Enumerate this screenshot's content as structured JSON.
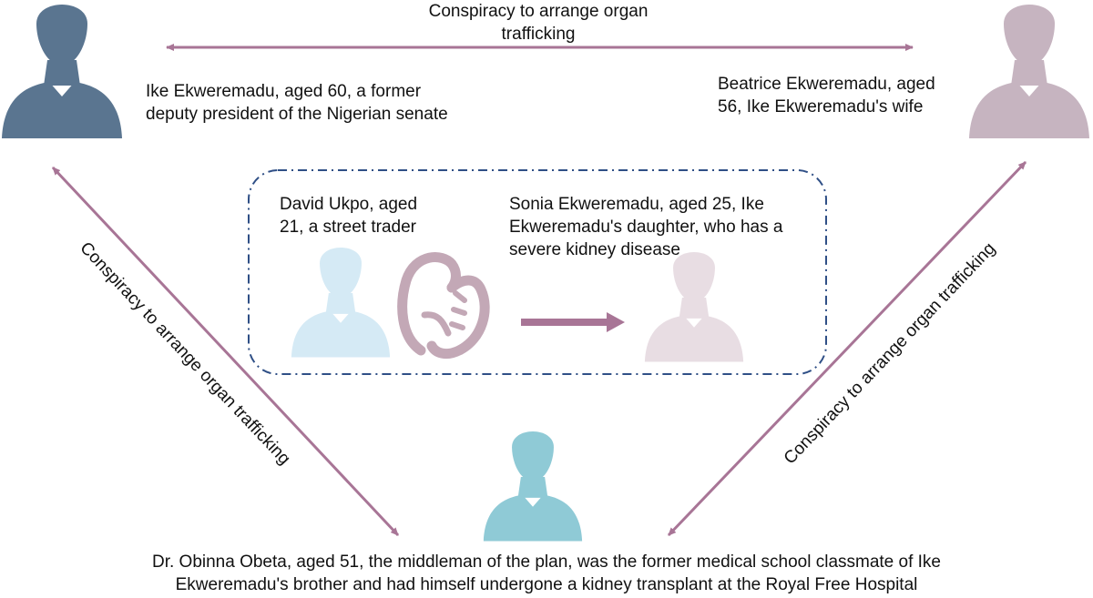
{
  "labels": {
    "top_edge": [
      "Conspiracy to arrange organ",
      "trafficking"
    ],
    "left_edge": "Conspiracy to arrange organ trafficking",
    "right_edge": "Conspiracy to arrange organ trafficking"
  },
  "people": {
    "ike": [
      "Ike Ekweremadu, aged 60, a former",
      "deputy president of the Nigerian senate"
    ],
    "beatrice": [
      "Beatrice Ekweremadu, aged",
      "56, Ike Ekweremadu's wife"
    ],
    "david": [
      "David Ukpo, aged",
      "21, a street trader"
    ],
    "sonia": [
      "Sonia Ekweremadu, aged 25, Ike",
      "Ekweremadu's daughter, who has a",
      "severe kidney disease"
    ],
    "obeta": [
      "Dr. Obinna Obeta, aged 51, the middleman of the plan, was the former medical school classmate of Ike",
      "Ekweremadu's brother and had himself undergone a kidney transplant at the Royal Free Hospital"
    ]
  },
  "colors": {
    "ike_person": "#5a7590",
    "beatrice_person": "#c6b4c0",
    "david_person": "#d5eaf5",
    "sonia_person": "#e8dde3",
    "obeta_person": "#8fcad6",
    "kidney": "#c3a8b6",
    "connector": "#a87596",
    "box_border": "#2f4f86"
  },
  "icons": [
    "person-icon",
    "kidney-icon",
    "arrow-right-icon"
  ]
}
